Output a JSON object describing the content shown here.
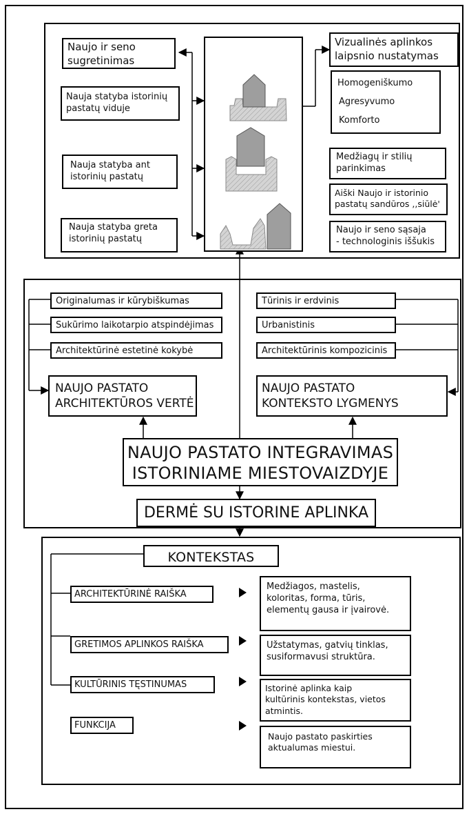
{
  "top_panel": {
    "left_items": [
      "Naujo ir seno\nsugretinimas",
      "Nauja statyba istorinių\npastatų viduje",
      "Nauja statyba ant\nistorinių pastatų",
      "Nauja statyba greta\nistorinių pastatų"
    ],
    "visual_level": {
      "title": "Vizualinės aplinkos\nlaipsnio nustatymas",
      "items": [
        "Homogeniškumo",
        "Agresyvumo",
        "Komforto"
      ]
    },
    "right_items": [
      "Medžiagų ir stilių\nparinkimas",
      "Aiški Naujo ir istorinio\npastatų sandūros ,,siūlė'",
      "Naujo ir seno sąsaja\n- technologinis iššukis"
    ]
  },
  "middle_panel": {
    "left_criteria": [
      "Originalumas ir kūrybiškumas",
      "Sukūrimo laikotarpio atspindėjimas",
      "Architektūrinė estetinė kokybė"
    ],
    "right_criteria": [
      "Tūrinis ir erdvinis",
      "Urbanistinis",
      "Architektūrinis kompozicinis"
    ],
    "value_title": "NAUJO PASTATO\nARCHITEKTŪROS VERTĖ",
    "context_title": "NAUJO PASTATO\nKONTEKSTO  LYGMENYS",
    "integration_title": "NAUJO PASTATO INTEGRAVIMAS\nISTORINIAME MIESTOVAIZDYJE",
    "harmony_title": "DERMĖ SU ISTORINE APLINKA"
  },
  "bottom_panel": {
    "header": "KONTEKSTAS",
    "rows": [
      {
        "label": "ARCHITEKTŪRINĖ RAIŠKA",
        "detail": "Medžiagos, mastelis,\nkoloritas, forma, tūris,\nelementų gausa ir įvairovė."
      },
      {
        "label": "GRETIMOS APLINKOS RAIŠKA",
        "detail": "Užstatymas, gatvių tinklas,\nsusiformavusi struktūra."
      },
      {
        "label": "KULTŪRINIS TĘSTINUMAS",
        "detail": "Istorinė aplinka kaip\nkultūrinis kontekstas, vietos\natmintis."
      },
      {
        "label": "FUNKCIJA",
        "detail": "Naujo pastato paskirties\naktualumas miestui."
      }
    ]
  }
}
